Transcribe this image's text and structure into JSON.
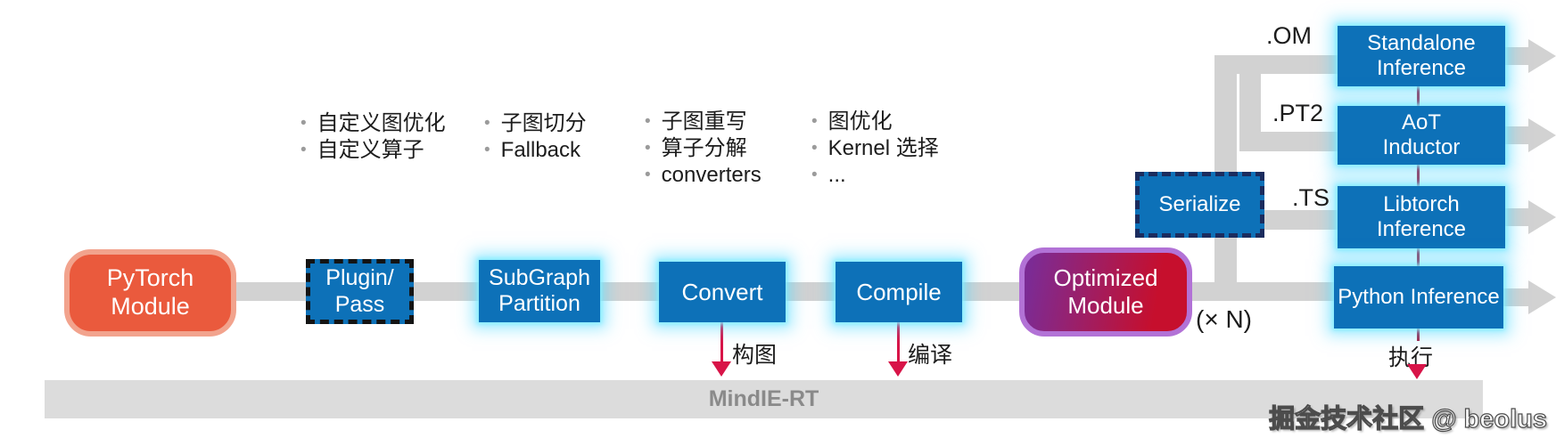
{
  "colors": {
    "blue": "#0d71b8",
    "glow": "#55dcff",
    "orange": "#ea5a3d",
    "orange_border": "#f2a38d",
    "purple": "#7c2b94",
    "crimson": "#c60f2d",
    "purple_border": "#b272d6",
    "line_gray": "#d2d2d2",
    "bar_gray": "#dcdcdc",
    "bar_text": "#8a8a8a",
    "red": "#d81448",
    "dash_dark": "#1b2c5e",
    "dash_black": "#141414",
    "text_dark": "#1c1c1c",
    "bullet_gray": "#9b9b9b"
  },
  "pipeline": {
    "pytorch_module": "PyTorch\nModule",
    "plugin_pass": "Plugin/\nPass",
    "subgraph_partition": "SubGraph\nPartition",
    "convert": "Convert",
    "compile": "Compile",
    "optimized_module": "Optimized\nModule",
    "serialize": "Serialize",
    "multiplier": "(× N)"
  },
  "notes": {
    "plugin": [
      "自定义图优化",
      "自定义算子"
    ],
    "subgraph": [
      "子图切分",
      "Fallback"
    ],
    "convert": [
      "子图重写",
      "算子分解",
      "converters"
    ],
    "compile": [
      "图优化",
      "Kernel 选择",
      "..."
    ]
  },
  "outputs": {
    "formats": {
      "om": ".OM",
      "pt2": ".PT2",
      "ts": ".TS"
    },
    "standalone_inference": "Standalone\nInference",
    "aot_inductor": "AoT\nInductor",
    "libtorch_inference": "Libtorch\nInference",
    "python_inference": "Python Inference"
  },
  "steps": {
    "convert": "构图",
    "compile": "编译",
    "execute": "执行"
  },
  "platform": {
    "label": "MindIE-RT"
  },
  "watermark": "掘金技术社区 @ beolus"
}
